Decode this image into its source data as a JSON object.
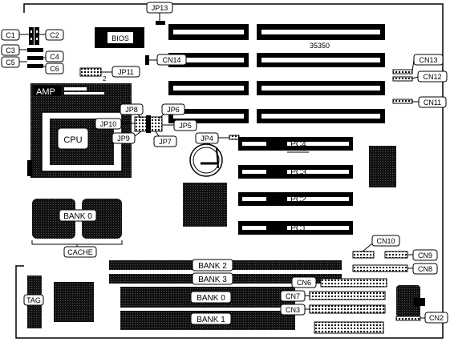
{
  "board": {
    "model": "35350"
  },
  "chips": {
    "bios": "BIOS",
    "amp": "AMP",
    "cpu": "CPU",
    "cache_bank": "BANK 0",
    "cache_label": "CACHE",
    "tag": "TAG"
  },
  "jumpers": {
    "jp13": "JP13",
    "jp11": "JP11",
    "jp11_pin": "2",
    "jp8": "JP8",
    "jp6": "JP6",
    "jp10": "JP10",
    "jp5": "JP5",
    "jp9": "JP9",
    "jp7": "JP7",
    "jp4": "JP4"
  },
  "connectors": {
    "c1": "C1",
    "c2": "C2",
    "c3": "C3",
    "c4": "C4",
    "c5": "C5",
    "c6": "C6",
    "cn14": "CN14",
    "cn13": "CN13",
    "cn12": "CN12",
    "cn11": "CN11",
    "cn10": "CN10",
    "cn9": "CN9",
    "cn8": "CN8",
    "cn6": "CN6",
    "cn7": "CN7",
    "cn3": "CN3",
    "cn2": "CN2"
  },
  "pci_slots": {
    "pc4": "PC4",
    "pc3": "PC3",
    "pc2": "PC2",
    "pc1": "PC1"
  },
  "memory_banks": {
    "bank2": "BANK 2",
    "bank3": "BANK 3",
    "bank0": "BANK 0",
    "bank1": "BANK 1"
  }
}
